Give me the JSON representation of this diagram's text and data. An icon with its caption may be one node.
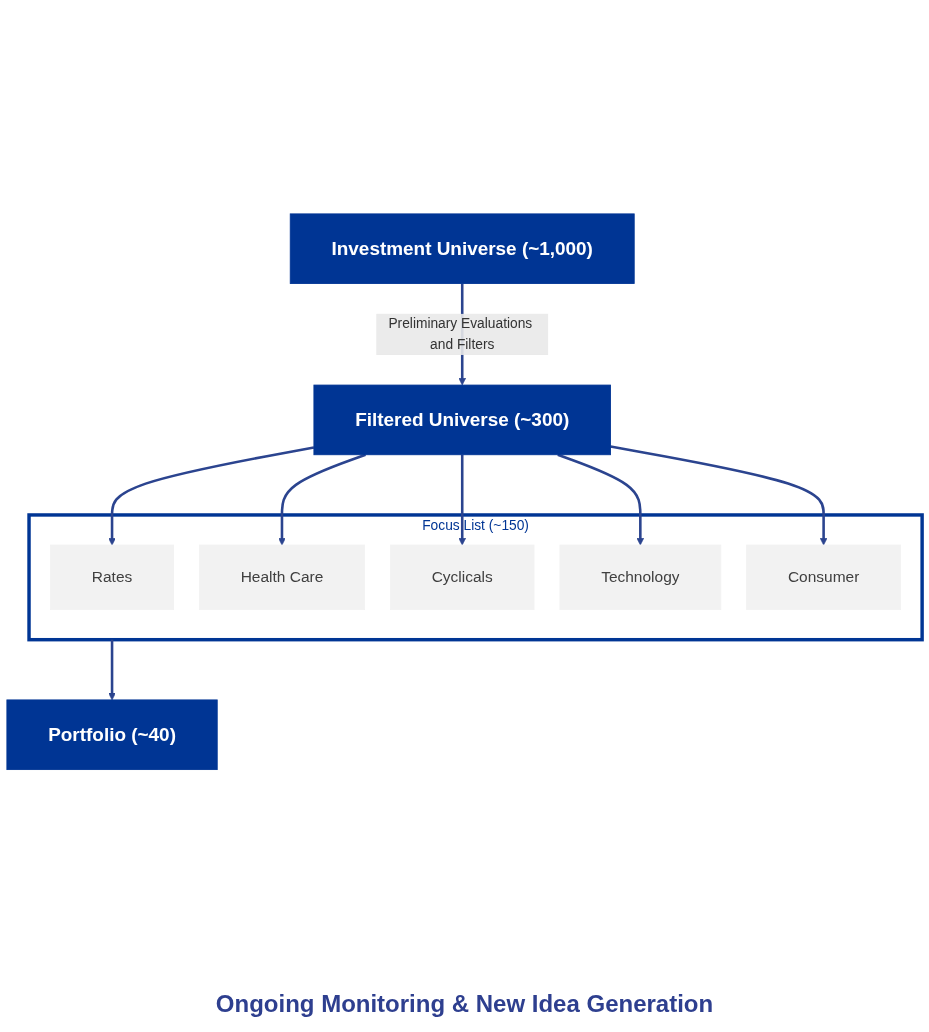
{
  "diagram": {
    "nodes": [
      {
        "text": [
          "Investment Universe (~1,000)"
        ]
      },
      {
        "text": [
          "Filtered Universe (~300)"
        ]
      },
      {
        "text": [
          "Focus List (~150)"
        ]
      },
      {
        "text": [
          "Rates"
        ],
        "in": 2
      },
      {
        "text": [
          "Health Care"
        ],
        "in": 2
      },
      {
        "text": [
          "Cyclicals"
        ],
        "in": 2
      },
      {
        "text": [
          "Technology"
        ],
        "in": 2
      },
      {
        "text": [
          "Consumer"
        ],
        "in": 2
      },
      {
        "text": [
          "Portfolio (~40)"
        ]
      }
    ],
    "edges": [
      {
        "from": 0,
        "to": 1,
        "arrow": "to",
        "label": "Preliminary Evaluations and Filters"
      },
      {
        "from": 1,
        "to": 3,
        "arrow": "to"
      },
      {
        "from": 1,
        "to": 4,
        "arrow": "to"
      },
      {
        "from": 1,
        "to": 5,
        "arrow": "to"
      },
      {
        "from": 1,
        "to": 6,
        "arrow": "to"
      },
      {
        "from": 1,
        "to": 7,
        "arrow": "to"
      },
      {
        "from": 2,
        "to": 8,
        "arrow": "to"
      }
    ],
    "labels": [
      "Ongoing Monitoring & New Idea Generation"
    ]
  }
}
